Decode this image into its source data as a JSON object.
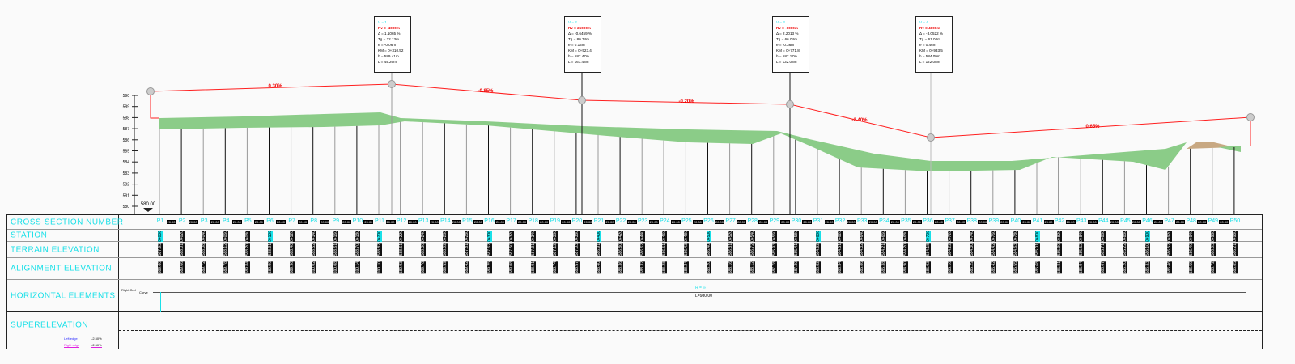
{
  "profile": {
    "datum_label": "580.00",
    "elevation_ticks": [
      "590",
      "589",
      "588",
      "587",
      "586",
      "585",
      "584",
      "583",
      "582",
      "581",
      "580"
    ],
    "grade_labels": [
      "0.30%",
      "-0.85%",
      "-0.20%",
      "-2.40%",
      "0.65%"
    ],
    "pvi_boxes": [
      {
        "v": "V = 1",
        "rv": "Rv = -4000m",
        "lines": [
          "Δ = 1.1065 %",
          "Tg = 22.13m",
          "e = -0.06m",
          "KM = 0+310.52",
          "h = 589.41m",
          "L = 44.26m"
        ]
      },
      {
        "v": "V = 2",
        "rv": "Rv = 25000m",
        "lines": [
          "Δ = -0.6459 %",
          "Tg = 80.74m",
          "e = 0.13m",
          "KM = 0+523.4",
          "h = 587.47m",
          "L = 161.48m"
        ]
      },
      {
        "v": "V = 3",
        "rv": "Rv = -6000m",
        "lines": [
          "Δ = 2.2013 %",
          "Tg = 66.04m",
          "e = -0.36m",
          "KM = 0+771.8",
          "h = 587.17m",
          "L = 132.08m"
        ]
      },
      {
        "v": "V = 4",
        "rv": "Rv = 4000m",
        "lines": [
          "Δ = -3.0522 %",
          "Tg = 61.04m",
          "e = 0.46m",
          "KM = 0+933.5",
          "h = 584.09m",
          "L = 122.08m"
        ]
      }
    ]
  },
  "table": {
    "row_labels": {
      "cross_section": "CROSS-SECTION NUMBER",
      "station": "STATION",
      "terrain": "TERRAIN ELEVATION",
      "alignment": "ALIGNMENT ELEVATION",
      "horizontal": "HORIZONTAL ELEMENTS",
      "superelevation": "SUPERELEVATION"
    },
    "sections": [
      "P1",
      "P2",
      "P3",
      "P4",
      "P5",
      "P6",
      "P7",
      "P8",
      "P9",
      "P10",
      "P11",
      "P12",
      "P13",
      "P14",
      "P15",
      "P16",
      "P17",
      "P18",
      "P19",
      "P20",
      "P21",
      "P22",
      "P23",
      "P24",
      "P25",
      "P26",
      "P27",
      "P28",
      "P29",
      "P30",
      "P31",
      "P32",
      "P33",
      "P34",
      "P35",
      "P36",
      "P37",
      "P38",
      "P39",
      "P40",
      "P41",
      "P42",
      "P43",
      "P44",
      "P45",
      "P46",
      "P47",
      "P48",
      "P49",
      "P50"
    ],
    "distances": [
      "20.00",
      "20.00",
      "20.00",
      "20.00",
      "20.00",
      "20.00",
      "20.00",
      "20.00",
      "20.00",
      "20.00",
      "20.00",
      "20.00",
      "20.00",
      "20.00",
      "20.00",
      "20.00",
      "20.00",
      "20.00",
      "20.00",
      "20.00",
      "20.00",
      "20.00",
      "20.00",
      "20.00",
      "20.00",
      "20.00",
      "20.00",
      "20.00",
      "20.00",
      "20.00",
      "20.00",
      "20.00",
      "20.00",
      "20.00",
      "20.00",
      "20.00",
      "20.00",
      "20.00",
      "20.00",
      "20.00",
      "20.00",
      "20.00",
      "20.00",
      "20.00",
      "20.00",
      "20.00",
      "20.00",
      "20.00",
      "20.00"
    ],
    "stations": [
      "0+000",
      "0+020",
      "0+040",
      "0+060",
      "0+080",
      "0+100",
      "0+120",
      "0+140",
      "0+160",
      "0+180",
      "0+200",
      "0+220",
      "0+240",
      "0+260",
      "0+280",
      "0+300",
      "0+320",
      "0+340",
      "0+360",
      "0+380",
      "0+400",
      "0+420",
      "0+440",
      "0+460",
      "0+480",
      "0+500",
      "0+520",
      "0+540",
      "0+560",
      "0+580",
      "0+600",
      "0+620",
      "0+640",
      "0+660",
      "0+680",
      "0+700",
      "0+720",
      "0+740",
      "0+760",
      "0+780",
      "0+800",
      "0+820",
      "0+840",
      "0+860",
      "0+880",
      "0+900",
      "0+920",
      "0+940",
      "0+960",
      "0+980"
    ],
    "terrain_elevations": [
      "587.93",
      "588.01",
      "588.08",
      "588.12",
      "588.20",
      "588.31",
      "588.40",
      "588.52",
      "588.61",
      "588.70",
      "588.82",
      "588.61",
      "588.30",
      "588.02",
      "587.81",
      "587.62",
      "587.50",
      "587.31",
      "587.12",
      "587.03",
      "586.91",
      "586.80",
      "586.62",
      "586.51",
      "586.43",
      "586.40",
      "586.31",
      "586.72",
      "585.93",
      "585.41",
      "584.92",
      "584.51",
      "584.32",
      "584.21",
      "584.20",
      "584.18",
      "584.22",
      "584.30",
      "584.42",
      "584.63",
      "585.01",
      "585.30",
      "585.52",
      "585.71",
      "585.22",
      "586.10",
      "586.52",
      "586.40",
      "586.03",
      "586.21"
    ],
    "alignment_elevations": [
      "589.60",
      "589.66",
      "589.72",
      "589.78",
      "589.84",
      "589.90",
      "589.96",
      "590.02",
      "590.08",
      "590.14",
      "590.10",
      "589.93",
      "589.76",
      "589.59",
      "589.42",
      "589.25",
      "589.08",
      "588.91",
      "588.74",
      "588.57",
      "588.40",
      "588.36",
      "588.32",
      "588.28",
      "588.24",
      "588.20",
      "588.16",
      "588.12",
      "587.78",
      "587.30",
      "586.82",
      "586.34",
      "585.86",
      "585.38",
      "584.90",
      "585.03",
      "585.16",
      "585.29",
      "585.42",
      "585.55",
      "585.68",
      "585.81",
      "585.94",
      "586.07",
      "586.20",
      "586.33",
      "586.46",
      "586.59",
      "586.72",
      "586.85"
    ],
    "horizontal": {
      "start_label": "Right Curl",
      "line_label": "Curve",
      "element_label": "R = ∞",
      "element_value": "L=980.00"
    },
    "superelevation_legend": {
      "left_label": "Left edge",
      "right_label": "Right edge",
      "left_value": "-2.50%",
      "right_value": "-2.50%"
    }
  },
  "colors": {
    "alignment": "#ff0000",
    "fill": "#8bcc88",
    "cut": "#c8a882",
    "label": "#19e0e8"
  }
}
